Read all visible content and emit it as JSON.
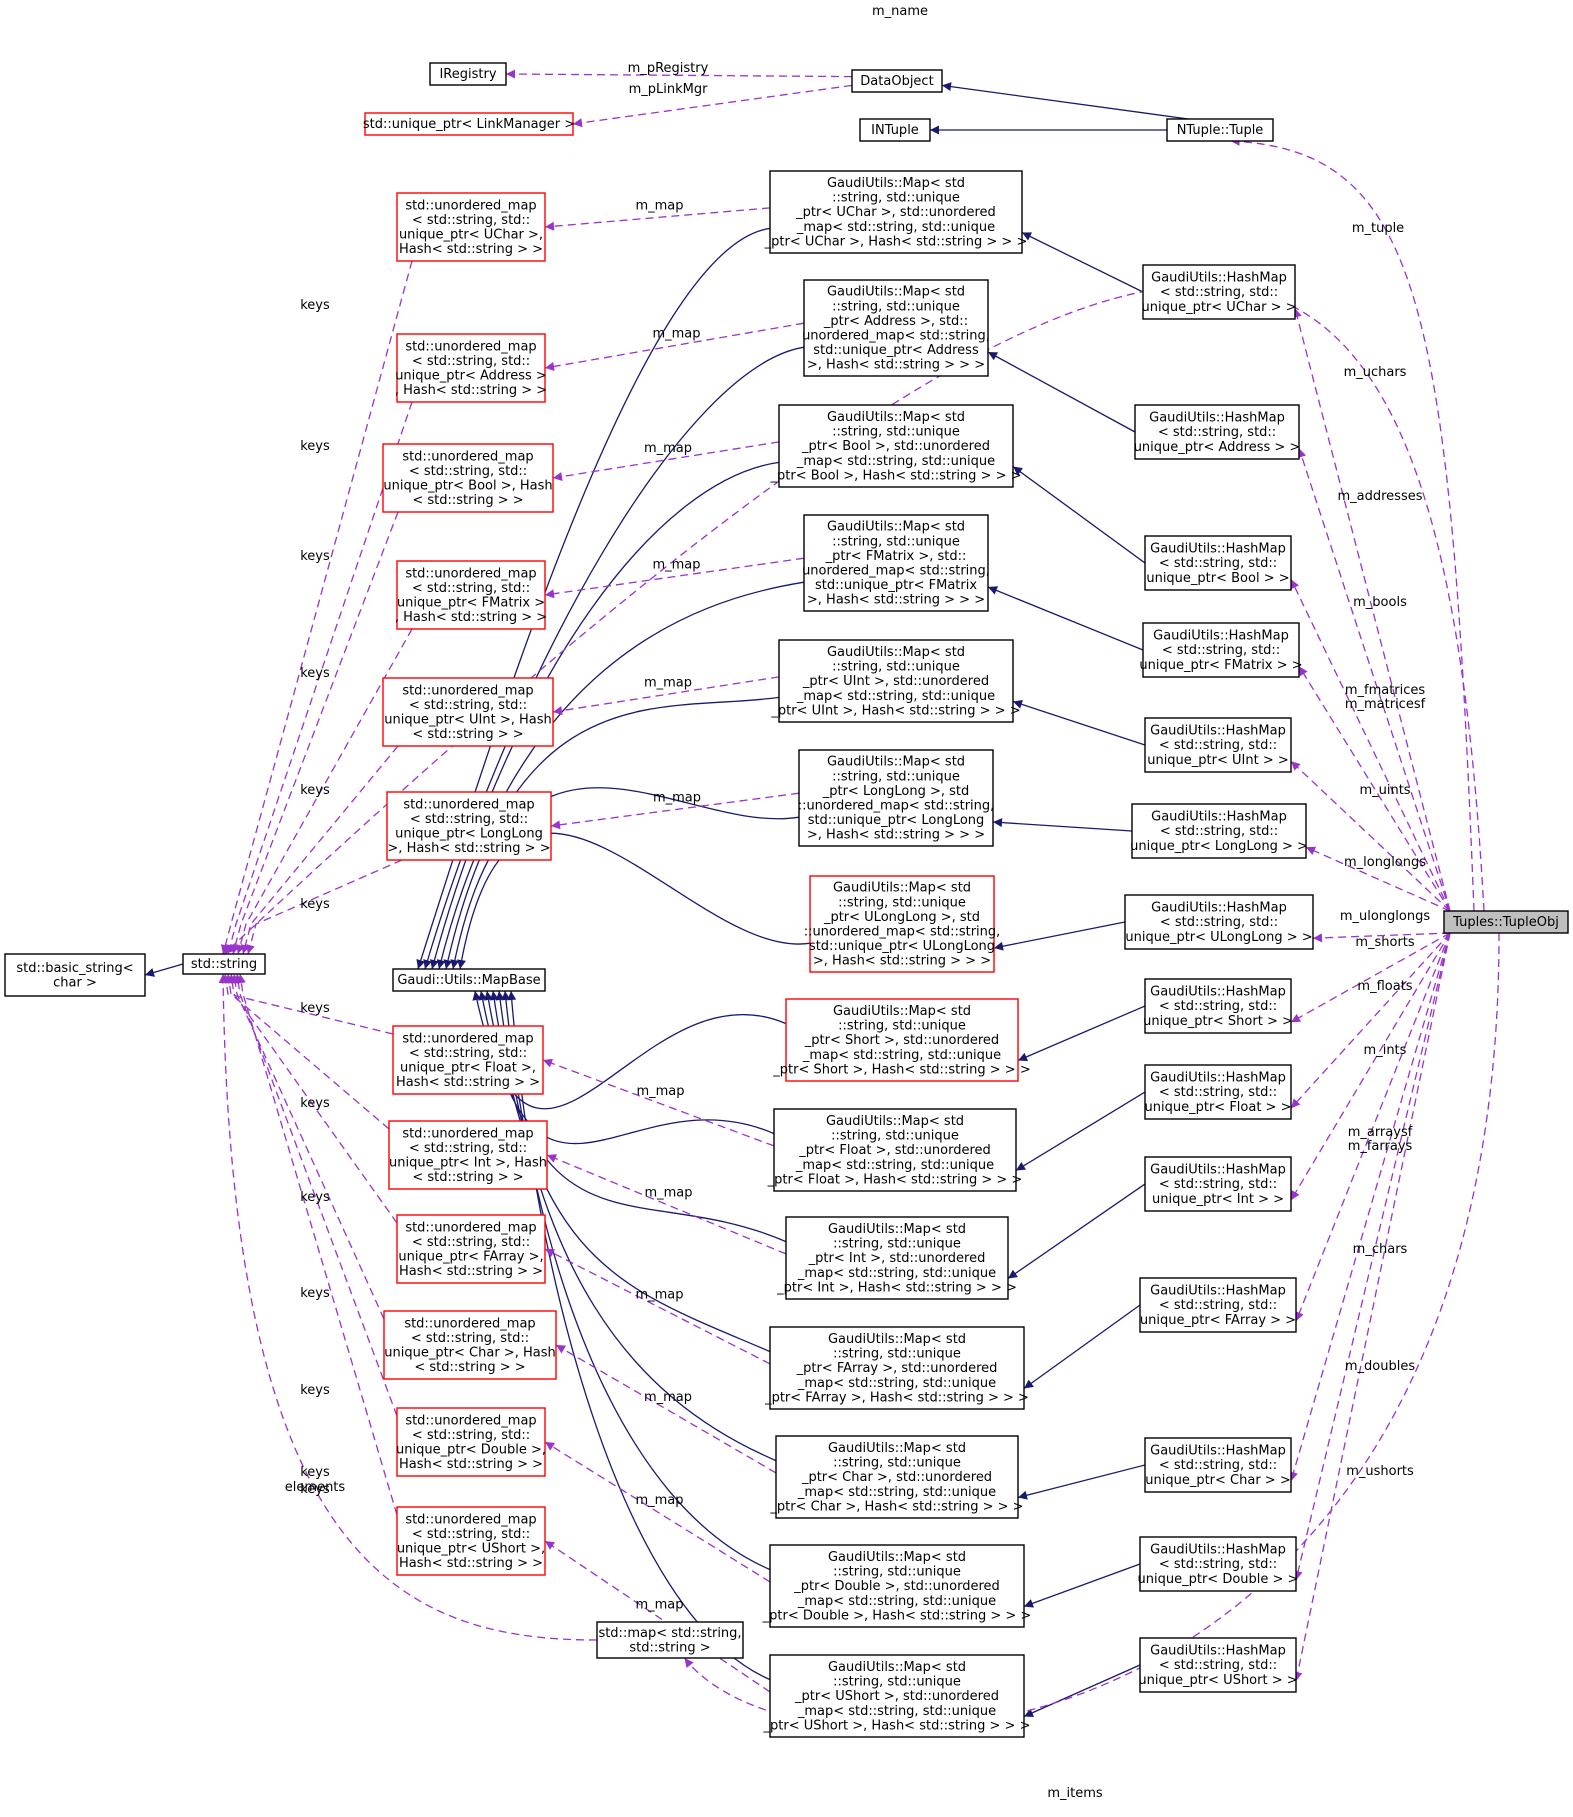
{
  "colors": {
    "inheritance": "#191970",
    "usage": "#9a32cd",
    "node_border": "#000000",
    "node_border_incomplete": "#ff0000",
    "highlight_fill": "#bfbfbf"
  },
  "nodes": [
    {
      "id": "basic_string",
      "lines": [
        "std::basic_string<",
        "char >"
      ],
      "border": "black"
    },
    {
      "id": "string",
      "lines": [
        "std::string"
      ],
      "border": "black"
    },
    {
      "id": "mapbase",
      "lines": [
        "Gaudi::Utils::MapBase"
      ],
      "border": "black"
    },
    {
      "id": "stdmap",
      "lines": [
        "std::map< std::string,",
        "std::string >"
      ],
      "border": "black"
    },
    {
      "id": "iregistry",
      "lines": [
        "IRegistry"
      ],
      "border": "black"
    },
    {
      "id": "linkmgr",
      "lines": [
        "std::unique_ptr< LinkManager >"
      ],
      "border": "red"
    },
    {
      "id": "dataobject",
      "lines": [
        "DataObject"
      ],
      "border": "black"
    },
    {
      "id": "intuple",
      "lines": [
        "INTuple"
      ],
      "border": "black"
    },
    {
      "id": "ntuple",
      "lines": [
        "NTuple::Tuple"
      ],
      "border": "black"
    },
    {
      "id": "tupleobj",
      "lines": [
        "Tuples::TupleObj"
      ],
      "border": "black",
      "highlight": true
    },
    {
      "id": "um_uchar",
      "lines": [
        "std::unordered_map",
        "< std::string, std::",
        "unique_ptr< UChar >,",
        "Hash< std::string > >"
      ],
      "border": "red"
    },
    {
      "id": "um_address",
      "lines": [
        "std::unordered_map",
        "< std::string, std::",
        "unique_ptr< Address >",
        ", Hash< std::string > >"
      ],
      "border": "red"
    },
    {
      "id": "um_bool",
      "lines": [
        "std::unordered_map",
        "< std::string, std::",
        "unique_ptr< Bool >, Hash",
        "< std::string > >"
      ],
      "border": "red"
    },
    {
      "id": "um_fmatrix",
      "lines": [
        "std::unordered_map",
        "< std::string, std::",
        "unique_ptr< FMatrix >",
        ", Hash< std::string > >"
      ],
      "border": "red"
    },
    {
      "id": "um_uint",
      "lines": [
        "std::unordered_map",
        "< std::string, std::",
        "unique_ptr< UInt >, Hash",
        "< std::string > >"
      ],
      "border": "red"
    },
    {
      "id": "um_longlong",
      "lines": [
        "std::unordered_map",
        "< std::string, std::",
        "unique_ptr< LongLong",
        " >, Hash< std::string > >"
      ],
      "border": "red"
    },
    {
      "id": "um_float",
      "lines": [
        "std::unordered_map",
        "< std::string, std::",
        "unique_ptr< Float >,",
        "Hash< std::string > >"
      ],
      "border": "red"
    },
    {
      "id": "um_int",
      "lines": [
        "std::unordered_map",
        "< std::string, std::",
        "unique_ptr< Int >, Hash",
        "< std::string > >"
      ],
      "border": "red"
    },
    {
      "id": "um_farray",
      "lines": [
        "std::unordered_map",
        "< std::string, std::",
        "unique_ptr< FArray >,",
        "Hash< std::string > >"
      ],
      "border": "red"
    },
    {
      "id": "um_char",
      "lines": [
        "std::unordered_map",
        "< std::string, std::",
        "unique_ptr< Char >, Hash",
        "< std::string > >"
      ],
      "border": "red"
    },
    {
      "id": "um_double",
      "lines": [
        "std::unordered_map",
        "< std::string, std::",
        "unique_ptr< Double >,",
        "Hash< std::string > >"
      ],
      "border": "red"
    },
    {
      "id": "um_ushort",
      "lines": [
        "std::unordered_map",
        "< std::string, std::",
        "unique_ptr< UShort >,",
        "Hash< std::string > >"
      ],
      "border": "red"
    },
    {
      "id": "gm_uchar",
      "lines": [
        "GaudiUtils::Map< std",
        "::string, std::unique",
        "_ptr< UChar >, std::unordered",
        "_map< std::string, std::unique",
        "_ptr< UChar >, Hash< std::string > > >"
      ],
      "border": "black"
    },
    {
      "id": "gm_address",
      "lines": [
        "GaudiUtils::Map< std",
        "::string, std::unique",
        "_ptr< Address >, std::",
        "unordered_map< std::string,",
        "std::unique_ptr< Address",
        " >, Hash< std::string > > >"
      ],
      "border": "black"
    },
    {
      "id": "gm_bool",
      "lines": [
        "GaudiUtils::Map< std",
        "::string, std::unique",
        "_ptr< Bool >, std::unordered",
        "_map< std::string, std::unique",
        "_ptr< Bool >, Hash< std::string > > >"
      ],
      "border": "black"
    },
    {
      "id": "gm_fmatrix",
      "lines": [
        "GaudiUtils::Map< std",
        "::string, std::unique",
        "_ptr< FMatrix >, std::",
        "unordered_map< std::string,",
        "std::unique_ptr< FMatrix",
        " >, Hash< std::string > > >"
      ],
      "border": "black"
    },
    {
      "id": "gm_uint",
      "lines": [
        "GaudiUtils::Map< std",
        "::string, std::unique",
        "_ptr< UInt >, std::unordered",
        "_map< std::string, std::unique",
        "_ptr< UInt >, Hash< std::string > > >"
      ],
      "border": "black"
    },
    {
      "id": "gm_longlong",
      "lines": [
        "GaudiUtils::Map< std",
        "::string, std::unique",
        "_ptr< LongLong >, std",
        "::unordered_map< std::string,",
        "std::unique_ptr< LongLong",
        " >, Hash< std::string > > >"
      ],
      "border": "black"
    },
    {
      "id": "gm_ulonglong",
      "lines": [
        "GaudiUtils::Map< std",
        "::string, std::unique",
        "_ptr< ULongLong >, std",
        "::unordered_map< std::string,",
        "std::unique_ptr< ULongLong",
        " >, Hash< std::string > > >"
      ],
      "border": "red"
    },
    {
      "id": "gm_short",
      "lines": [
        "GaudiUtils::Map< std",
        "::string, std::unique",
        "_ptr< Short >, std::unordered",
        "_map< std::string, std::unique",
        "_ptr< Short >, Hash< std::string > > >"
      ],
      "border": "red"
    },
    {
      "id": "gm_float",
      "lines": [
        "GaudiUtils::Map< std",
        "::string, std::unique",
        "_ptr< Float >, std::unordered",
        "_map< std::string, std::unique",
        "_ptr< Float >, Hash< std::string > > >"
      ],
      "border": "black"
    },
    {
      "id": "gm_int",
      "lines": [
        "GaudiUtils::Map< std",
        "::string, std::unique",
        "_ptr< Int >, std::unordered",
        "_map< std::string, std::unique",
        "_ptr< Int >, Hash< std::string > > >"
      ],
      "border": "black"
    },
    {
      "id": "gm_farray",
      "lines": [
        "GaudiUtils::Map< std",
        "::string, std::unique",
        "_ptr< FArray >, std::unordered",
        "_map< std::string, std::unique",
        "_ptr< FArray >, Hash< std::string > > >"
      ],
      "border": "black"
    },
    {
      "id": "gm_char",
      "lines": [
        "GaudiUtils::Map< std",
        "::string, std::unique",
        "_ptr< Char >, std::unordered",
        "_map< std::string, std::unique",
        "_ptr< Char >, Hash< std::string > > >"
      ],
      "border": "black"
    },
    {
      "id": "gm_double",
      "lines": [
        "GaudiUtils::Map< std",
        "::string, std::unique",
        "_ptr< Double >, std::unordered",
        "_map< std::string, std::unique",
        "_ptr< Double >, Hash< std::string > > >"
      ],
      "border": "black"
    },
    {
      "id": "gm_ushort",
      "lines": [
        "GaudiUtils::Map< std",
        "::string, std::unique",
        "_ptr< UShort >, std::unordered",
        "_map< std::string, std::unique",
        "_ptr< UShort >, Hash< std::string > > >"
      ],
      "border": "black"
    },
    {
      "id": "hm_uchar",
      "lines": [
        "GaudiUtils::HashMap",
        "< std::string, std::",
        "unique_ptr< UChar > >"
      ],
      "border": "black"
    },
    {
      "id": "hm_address",
      "lines": [
        "GaudiUtils::HashMap",
        "< std::string, std::",
        "unique_ptr< Address > >"
      ],
      "border": "black"
    },
    {
      "id": "hm_bool",
      "lines": [
        "GaudiUtils::HashMap",
        "< std::string, std::",
        "unique_ptr< Bool > >"
      ],
      "border": "black"
    },
    {
      "id": "hm_fmatrix",
      "lines": [
        "GaudiUtils::HashMap",
        "< std::string, std::",
        "unique_ptr< FMatrix > >"
      ],
      "border": "black"
    },
    {
      "id": "hm_uint",
      "lines": [
        "GaudiUtils::HashMap",
        "< std::string, std::",
        "unique_ptr< UInt > >"
      ],
      "border": "black"
    },
    {
      "id": "hm_longlong",
      "lines": [
        "GaudiUtils::HashMap",
        "< std::string, std::",
        "unique_ptr< LongLong > >"
      ],
      "border": "black"
    },
    {
      "id": "hm_ulonglong",
      "lines": [
        "GaudiUtils::HashMap",
        "< std::string, std::",
        "unique_ptr< ULongLong > >"
      ],
      "border": "black"
    },
    {
      "id": "hm_short",
      "lines": [
        "GaudiUtils::HashMap",
        "< std::string, std::",
        "unique_ptr< Short > >"
      ],
      "border": "black"
    },
    {
      "id": "hm_float",
      "lines": [
        "GaudiUtils::HashMap",
        "< std::string, std::",
        "unique_ptr< Float > >"
      ],
      "border": "black"
    },
    {
      "id": "hm_int",
      "lines": [
        "GaudiUtils::HashMap",
        "< std::string, std::",
        "unique_ptr< Int > >"
      ],
      "border": "black"
    },
    {
      "id": "hm_farray",
      "lines": [
        "GaudiUtils::HashMap",
        "< std::string, std::",
        "unique_ptr< FArray > >"
      ],
      "border": "black"
    },
    {
      "id": "hm_char",
      "lines": [
        "GaudiUtils::HashMap",
        "< std::string, std::",
        "unique_ptr< Char > >"
      ],
      "border": "black"
    },
    {
      "id": "hm_double",
      "lines": [
        "GaudiUtils::HashMap",
        "< std::string, std::",
        "unique_ptr< Double > >"
      ],
      "border": "black"
    },
    {
      "id": "hm_ushort",
      "lines": [
        "GaudiUtils::HashMap",
        "< std::string, std::",
        "unique_ptr< UShort > >"
      ],
      "border": "black"
    }
  ],
  "edge_labels": [
    "m_name",
    "m_pRegistry",
    "m_pLinkMgr",
    "m_tuple",
    "m_map",
    "m_uchars",
    "m_addresses",
    "m_bools",
    "m_fmatrices",
    "m_matricesf",
    "m_uints",
    "m_longlongs",
    "m_ulonglongs",
    "m_shorts",
    "m_floats",
    "m_ints",
    "m_arraysf",
    "m_farrays",
    "m_chars",
    "m_doubles",
    "m_ushorts",
    "m_items",
    "keys",
    "elements"
  ]
}
